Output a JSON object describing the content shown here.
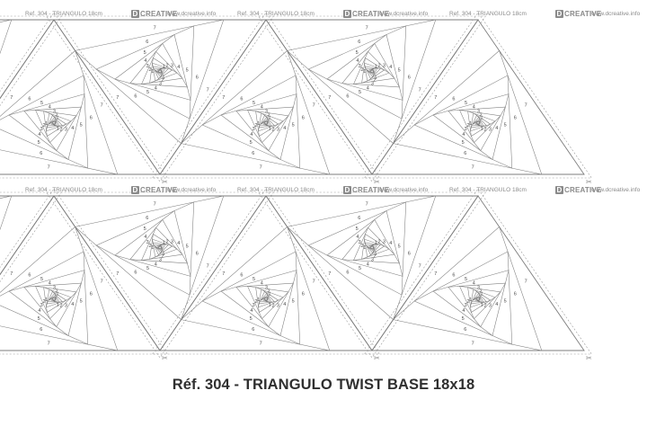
{
  "sheet": {
    "reference_label": "Ref. 304 - TRIANGULO 18cm",
    "website": "www.dcreative.info",
    "brand": {
      "mark": "D",
      "name": "CREATIVE"
    },
    "cut_mark_icon": "scissors-icon",
    "fold_line_style": "dashed",
    "line_color": "#7d7d7d",
    "numbers_color": "#4a4a4a",
    "piece_numbers": [
      "1",
      "2",
      "3",
      "4",
      "5",
      "6",
      "7"
    ]
  },
  "caption": "Réf. 304 - TRIANGULO TWIST BASE 18x18"
}
